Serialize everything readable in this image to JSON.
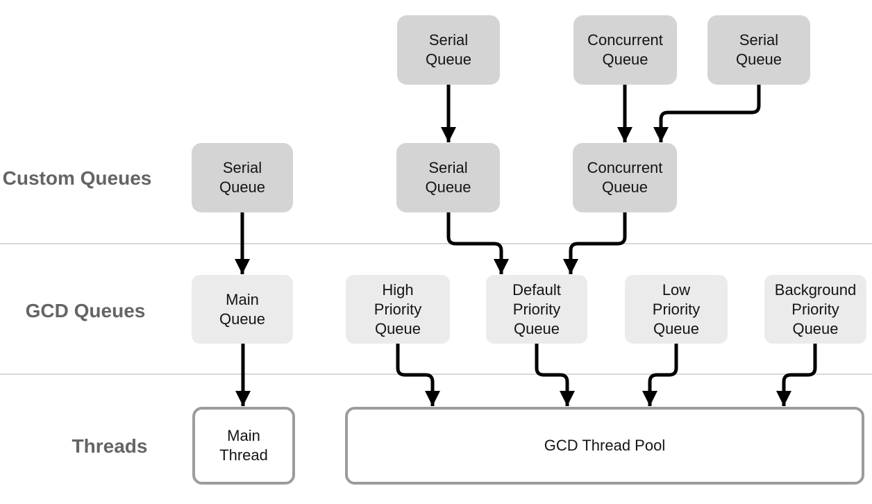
{
  "row_labels": {
    "custom_queues": "Custom Queues",
    "gcd_queues": "GCD Queues",
    "threads": "Threads"
  },
  "nodes": {
    "top_serial_a": "Serial\nQueue",
    "top_concurrent": "Concurrent\nQueue",
    "top_serial_b": "Serial\nQueue",
    "custom_serial_left": "Serial\nQueue",
    "custom_serial_mid": "Serial\nQueue",
    "custom_concurrent": "Concurrent\nQueue",
    "main_queue": "Main\nQueue",
    "high_priority": "High\nPriority\nQueue",
    "default_priority": "Default\nPriority\nQueue",
    "low_priority": "Low\nPriority\nQueue",
    "background_priority": "Background\nPriority\nQueue",
    "main_thread": "Main\nThread",
    "gcd_thread_pool": "GCD Thread Pool"
  },
  "edges": [
    {
      "from": "top_serial_a",
      "to": "custom_serial_mid"
    },
    {
      "from": "top_concurrent",
      "to": "custom_concurrent"
    },
    {
      "from": "top_serial_b",
      "to": "custom_concurrent"
    },
    {
      "from": "custom_serial_left",
      "to": "main_queue"
    },
    {
      "from": "custom_serial_mid",
      "to": "default_priority"
    },
    {
      "from": "custom_concurrent",
      "to": "default_priority"
    },
    {
      "from": "main_queue",
      "to": "main_thread"
    },
    {
      "from": "high_priority",
      "to": "gcd_thread_pool"
    },
    {
      "from": "default_priority",
      "to": "gcd_thread_pool"
    },
    {
      "from": "low_priority",
      "to": "gcd_thread_pool"
    },
    {
      "from": "background_priority",
      "to": "gcd_thread_pool"
    }
  ],
  "colors": {
    "custom_queue_fill": "#d4d4d4",
    "gcd_queue_fill": "#ebebeb",
    "thread_box_border": "#9c9c9c",
    "thread_box_fill": "#ffffff",
    "arrow": "#000000",
    "divider": "#d8d8d8",
    "row_label_text": "#646464",
    "node_text": "#141414",
    "background": "#ffffff"
  }
}
